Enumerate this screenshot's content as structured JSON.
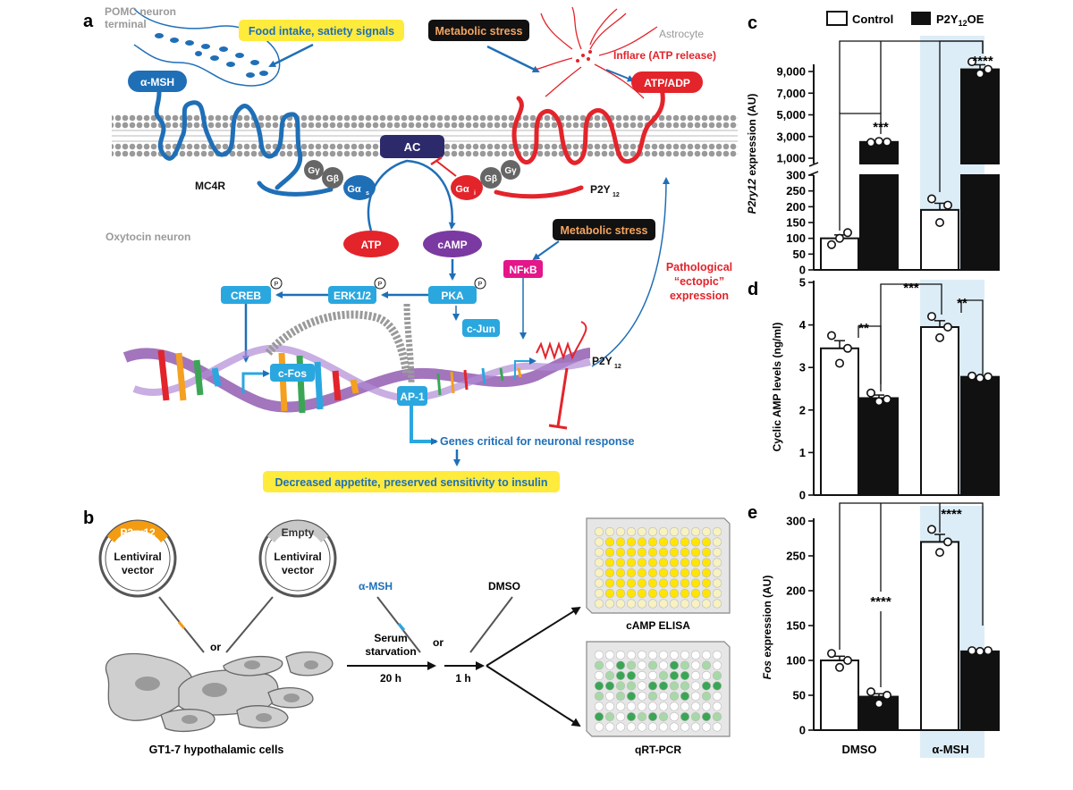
{
  "panel_labels": {
    "a": "a",
    "b": "b",
    "c": "c",
    "d": "d",
    "e": "e"
  },
  "colors": {
    "blue": "#1f6fb7",
    "red": "#e3242b",
    "cyan": "#2aa7df",
    "purple": "#7a3aa1",
    "navy": "#2c2a6b",
    "yellow": "#ffeb3b",
    "lightblue_bg": "#dcedf7",
    "green": "#3aa655",
    "magenta": "#e3168a"
  },
  "panel_a": {
    "pomc_line1": "POMC  neuron",
    "pomc_line2": "terminal",
    "food_box": "Food intake, satiety signals",
    "metabolic_box_top": "Metabolic stress",
    "astrocyte": "Astrocyte",
    "inflare": "Inflare (ATP release)",
    "atp_adp": "ATP/ADP",
    "amsh": "α-MSH",
    "mc4r": "MC4R",
    "p2y12_membrane": "P2Y",
    "p2y12_sub": "12",
    "ac": "AC",
    "g_gamma": "Gγ",
    "g_beta": "Gβ",
    "g_alpha_s": "Gα",
    "g_alpha_s_sub": "s",
    "g_alpha_i": "Gα",
    "g_alpha_i_sub": "i",
    "oxytocin": "Oxytocin neuron",
    "atp": "ATP",
    "camp": "cAMP",
    "metabolic_box_mid": "Metabolic stress",
    "nfkb": "NFκB",
    "pathological_1": "Pathological",
    "pathological_2": "“ectopic”",
    "pathological_3": "expression",
    "creb": "CREB",
    "erk": "ERK1/2",
    "pka": "PKA",
    "p_marker": "P",
    "cjun": "c-Jun",
    "cfos": "c-Fos",
    "ap1": "AP-1",
    "p2y12_dna": "P2Y",
    "p2y12_dna_sub": "12",
    "genes": "Genes critical for neuronal response",
    "outcome": "Decreased appetite, preserved sensitivity to insulin"
  },
  "panel_b": {
    "vector1_tag": "P2ry12",
    "vector2_tag": "Empty",
    "vector_line1": "Lentiviral",
    "vector_line2": "vector",
    "or1": "or",
    "or2": "or",
    "amsh": "α-MSH",
    "dmso": "DMSO",
    "serum1": "Serum",
    "serum2": "starvation",
    "hours20": "20 h",
    "hours1": "1 h",
    "cells": "GT1-7 hypothalamic cells",
    "elisa": "cAMP ELISA",
    "qrt": "qRT-PCR"
  },
  "legend": {
    "control": "Control",
    "oe_prefix": "P2Y",
    "oe_sub": "12",
    "oe_suffix": "OE"
  },
  "sig": {
    "c_ctrl_vs_oe_dmso": "***",
    "c_ctrl_vs_oe_amsh": "****",
    "d_dmso": "**",
    "d_amsh": "**",
    "d_cross": "***",
    "e_dmso": "****",
    "e_cross": "****"
  },
  "chart_data": [
    {
      "panel": "c",
      "type": "bar",
      "ylabel_italic": "P2ry12",
      "ylabel": " expression (AU)",
      "categories": [
        "DMSO",
        "α-MSH"
      ],
      "series": [
        {
          "name": "Control",
          "values": [
            100,
            190
          ],
          "points": [
            [
              80,
              100,
              118
            ],
            [
              225,
              150,
              205
            ]
          ]
        },
        {
          "name": "P2Y12OE",
          "values": [
            2500,
            9200
          ],
          "points": [
            [
              2450,
              2550,
              2500
            ],
            [
              9900,
              8800,
              9200
            ]
          ]
        }
      ],
      "broken_axis": true,
      "ticks_low": [
        "0",
        "50",
        "100",
        "150",
        "200",
        "250",
        "300"
      ],
      "ticks_high": [
        "1,000",
        "3,000",
        "5,000",
        "7,000",
        "9,000"
      ]
    },
    {
      "panel": "d",
      "type": "bar",
      "ylabel": "Cyclic AMP levels (ng/ml)",
      "categories": [
        "DMSO",
        "α-MSH"
      ],
      "series": [
        {
          "name": "Control",
          "values": [
            3.45,
            3.95
          ],
          "points": [
            [
              3.75,
              3.1,
              3.45
            ],
            [
              4.2,
              3.7,
              3.95
            ]
          ]
        },
        {
          "name": "P2Y12OE",
          "values": [
            2.28,
            2.78
          ],
          "points": [
            [
              2.4,
              2.2,
              2.25
            ],
            [
              2.8,
              2.75,
              2.78
            ]
          ]
        }
      ],
      "ylim": [
        0,
        5
      ],
      "ticks": [
        "0",
        "1",
        "2",
        "3",
        "4",
        "5"
      ]
    },
    {
      "panel": "e",
      "type": "bar",
      "ylabel_italic": "Fos",
      "ylabel": " expression (AU)",
      "categories": [
        "DMSO",
        "α-MSH"
      ],
      "series": [
        {
          "name": "Control",
          "values": [
            100,
            270
          ],
          "points": [
            [
              110,
              90,
              100
            ],
            [
              288,
              255,
              270
            ]
          ]
        },
        {
          "name": "P2Y12OE",
          "values": [
            48,
            113
          ],
          "points": [
            [
              55,
              38,
              50
            ],
            [
              114,
              113,
              114
            ]
          ]
        }
      ],
      "ylim": [
        0,
        300
      ],
      "ticks": [
        "0",
        "50",
        "100",
        "150",
        "200",
        "250",
        "300"
      ]
    }
  ]
}
